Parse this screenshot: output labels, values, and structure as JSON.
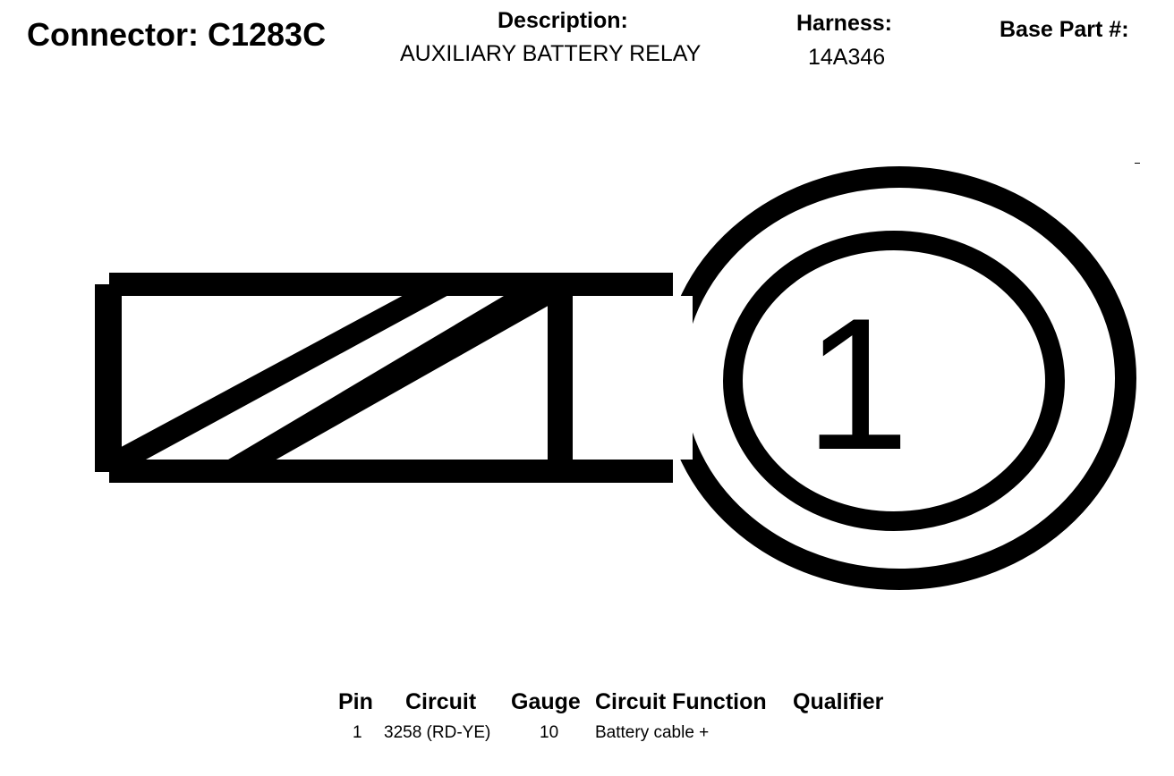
{
  "header": {
    "connector_title": "Connector: C1283C",
    "description_label": "Description:",
    "description_value": "AUXILIARY BATTERY RELAY",
    "harness_label": "Harness:",
    "harness_value": "14A346",
    "base_part_label": "Base Part #:"
  },
  "diagram": {
    "pin_label": "1"
  },
  "pin_table": {
    "columns": [
      "Pin",
      "Circuit",
      "Gauge",
      "Circuit Function",
      "Qualifier"
    ],
    "rows": [
      {
        "pin": "1",
        "circuit": "3258 (RD-YE)",
        "gauge": "10",
        "function": "Battery cable +",
        "qualifier": ""
      }
    ]
  },
  "colors": {
    "ink": "#000000",
    "background": "#ffffff"
  }
}
